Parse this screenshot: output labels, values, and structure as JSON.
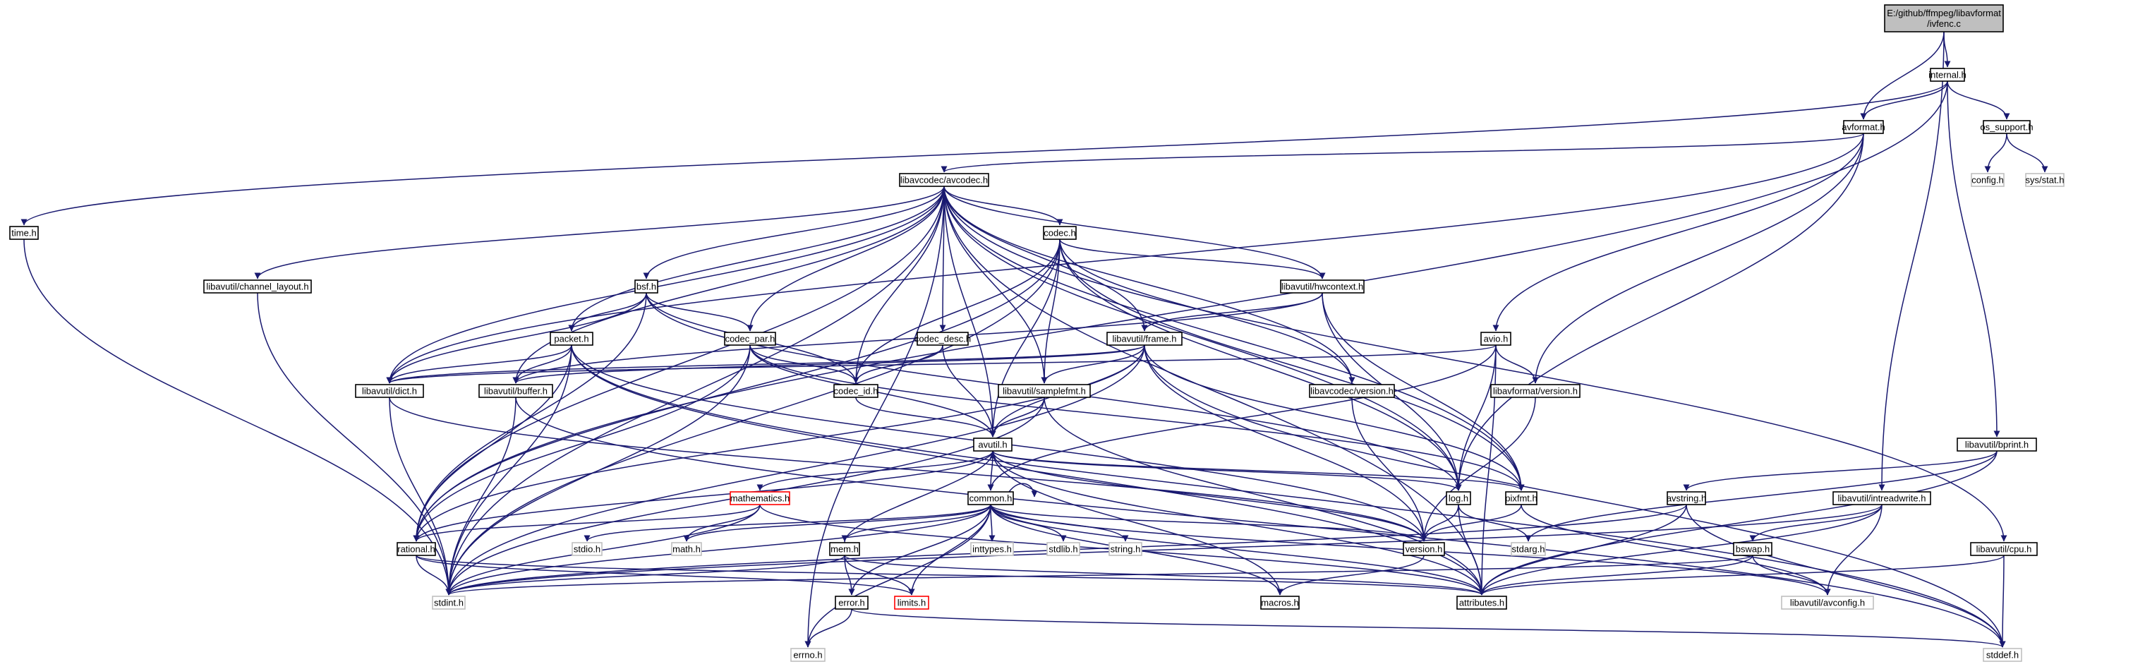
{
  "colors": {
    "edge": "#191970",
    "node_border": "#000000",
    "node_border_missing": "#bfbfbf",
    "node_border_truncated": "#ff0000",
    "root_fill": "#bfbfbf",
    "node_fill": "#ffffff",
    "text": "#000000"
  },
  "nodes": [
    {
      "id": "root",
      "kind": "root",
      "lines": [
        "E:/github/ffmpeg/libavformat",
        "/ivfenc.c"
      ]
    },
    {
      "id": "internal",
      "kind": "normal",
      "lines": [
        "internal.h"
      ]
    },
    {
      "id": "avformat",
      "kind": "normal",
      "lines": [
        "avformat.h"
      ]
    },
    {
      "id": "os_support",
      "kind": "normal",
      "lines": [
        "os_support.h"
      ]
    },
    {
      "id": "config",
      "kind": "missing",
      "lines": [
        "config.h"
      ]
    },
    {
      "id": "sys_stat",
      "kind": "missing",
      "lines": [
        "sys/stat.h"
      ]
    },
    {
      "id": "time",
      "kind": "normal",
      "lines": [
        "time.h"
      ]
    },
    {
      "id": "avcodec",
      "kind": "normal",
      "lines": [
        "libavcodec/avcodec.h"
      ]
    },
    {
      "id": "channel_layout",
      "kind": "normal",
      "lines": [
        "libavutil/channel_layout.h"
      ]
    },
    {
      "id": "codec",
      "kind": "normal",
      "lines": [
        "codec.h"
      ]
    },
    {
      "id": "bsf",
      "kind": "normal",
      "lines": [
        "bsf.h"
      ]
    },
    {
      "id": "hwcontext",
      "kind": "normal",
      "lines": [
        "libavutil/hwcontext.h"
      ]
    },
    {
      "id": "codec_par",
      "kind": "normal",
      "lines": [
        "codec_par.h"
      ]
    },
    {
      "id": "codec_desc",
      "kind": "normal",
      "lines": [
        "codec_desc.h"
      ]
    },
    {
      "id": "frame",
      "kind": "normal",
      "lines": [
        "libavutil/frame.h"
      ]
    },
    {
      "id": "avio",
      "kind": "normal",
      "lines": [
        "avio.h"
      ]
    },
    {
      "id": "packet",
      "kind": "normal",
      "lines": [
        "packet.h"
      ]
    },
    {
      "id": "dict",
      "kind": "normal",
      "lines": [
        "libavutil/dict.h"
      ]
    },
    {
      "id": "buffer",
      "kind": "normal",
      "lines": [
        "libavutil/buffer.h"
      ]
    },
    {
      "id": "codec_id",
      "kind": "normal",
      "lines": [
        "codec_id.h"
      ]
    },
    {
      "id": "samplefmt",
      "kind": "normal",
      "lines": [
        "libavutil/samplefmt.h"
      ]
    },
    {
      "id": "avcodec_version",
      "kind": "normal",
      "lines": [
        "libavcodec/version.h"
      ]
    },
    {
      "id": "avformat_version",
      "kind": "normal",
      "lines": [
        "libavformat/version.h"
      ]
    },
    {
      "id": "bprint",
      "kind": "normal",
      "lines": [
        "libavutil/bprint.h"
      ]
    },
    {
      "id": "avutil",
      "kind": "normal",
      "lines": [
        "avutil.h"
      ]
    },
    {
      "id": "mathematics",
      "kind": "truncated",
      "lines": [
        "mathematics.h"
      ]
    },
    {
      "id": "common",
      "kind": "normal",
      "lines": [
        "common.h"
      ]
    },
    {
      "id": "log",
      "kind": "normal",
      "lines": [
        "log.h"
      ]
    },
    {
      "id": "pixfmt",
      "kind": "normal",
      "lines": [
        "pixfmt.h"
      ]
    },
    {
      "id": "avstring",
      "kind": "normal",
      "lines": [
        "avstring.h"
      ]
    },
    {
      "id": "intreadwrite",
      "kind": "normal",
      "lines": [
        "libavutil/intreadwrite.h"
      ]
    },
    {
      "id": "rational",
      "kind": "normal",
      "lines": [
        "rational.h"
      ]
    },
    {
      "id": "stdio",
      "kind": "missing",
      "lines": [
        "stdio.h"
      ]
    },
    {
      "id": "math",
      "kind": "missing",
      "lines": [
        "math.h"
      ]
    },
    {
      "id": "inttypes",
      "kind": "missing",
      "lines": [
        "inttypes.h"
      ]
    },
    {
      "id": "stdlib",
      "kind": "missing",
      "lines": [
        "stdlib.h"
      ]
    },
    {
      "id": "string",
      "kind": "missing",
      "lines": [
        "string.h"
      ]
    },
    {
      "id": "version",
      "kind": "normal",
      "lines": [
        "version.h"
      ]
    },
    {
      "id": "stdarg",
      "kind": "missing",
      "lines": [
        "stdarg.h"
      ]
    },
    {
      "id": "bswap",
      "kind": "normal",
      "lines": [
        "bswap.h"
      ]
    },
    {
      "id": "cpu",
      "kind": "normal",
      "lines": [
        "libavutil/cpu.h"
      ]
    },
    {
      "id": "mem",
      "kind": "normal",
      "lines": [
        "mem.h"
      ]
    },
    {
      "id": "stdint",
      "kind": "missing",
      "lines": [
        "stdint.h"
      ]
    },
    {
      "id": "limits",
      "kind": "truncated",
      "lines": [
        "limits.h"
      ]
    },
    {
      "id": "error",
      "kind": "normal",
      "lines": [
        "error.h"
      ]
    },
    {
      "id": "macros",
      "kind": "normal",
      "lines": [
        "macros.h"
      ]
    },
    {
      "id": "attributes",
      "kind": "normal",
      "lines": [
        "attributes.h"
      ]
    },
    {
      "id": "avconfig",
      "kind": "missing",
      "lines": [
        "libavutil/avconfig.h"
      ]
    },
    {
      "id": "errno",
      "kind": "missing",
      "lines": [
        "errno.h"
      ]
    },
    {
      "id": "stddef",
      "kind": "missing",
      "lines": [
        "stddef.h"
      ]
    }
  ],
  "edges": [
    [
      "root",
      "internal"
    ],
    [
      "root",
      "avformat"
    ],
    [
      "root",
      "intreadwrite"
    ],
    [
      "internal",
      "avformat"
    ],
    [
      "internal",
      "os_support"
    ],
    [
      "internal",
      "time"
    ],
    [
      "internal",
      "bprint"
    ],
    [
      "internal",
      "rational"
    ],
    [
      "os_support",
      "config"
    ],
    [
      "os_support",
      "sys_stat"
    ],
    [
      "avformat",
      "avcodec"
    ],
    [
      "avformat",
      "avio"
    ],
    [
      "avformat",
      "avformat_version"
    ],
    [
      "avformat",
      "dict"
    ],
    [
      "avformat",
      "log"
    ],
    [
      "time",
      "stdint"
    ],
    [
      "channel_layout",
      "stdint"
    ],
    [
      "avcodec",
      "channel_layout"
    ],
    [
      "avcodec",
      "codec"
    ],
    [
      "avcodec",
      "bsf"
    ],
    [
      "avcodec",
      "hwcontext"
    ],
    [
      "avcodec",
      "codec_par"
    ],
    [
      "avcodec",
      "codec_desc"
    ],
    [
      "avcodec",
      "frame"
    ],
    [
      "avcodec",
      "packet"
    ],
    [
      "avcodec",
      "dict"
    ],
    [
      "avcodec",
      "buffer"
    ],
    [
      "avcodec",
      "codec_id"
    ],
    [
      "avcodec",
      "samplefmt"
    ],
    [
      "avcodec",
      "avcodec_version"
    ],
    [
      "avcodec",
      "avutil"
    ],
    [
      "avcodec",
      "log"
    ],
    [
      "avcodec",
      "pixfmt"
    ],
    [
      "avcodec",
      "rational"
    ],
    [
      "avcodec",
      "attributes"
    ],
    [
      "avcodec",
      "stdint"
    ],
    [
      "avcodec",
      "errno"
    ],
    [
      "avcodec",
      "cpu"
    ],
    [
      "codec",
      "hwcontext"
    ],
    [
      "codec",
      "codec_id"
    ],
    [
      "codec",
      "samplefmt"
    ],
    [
      "codec",
      "avutil"
    ],
    [
      "codec",
      "avcodec_version"
    ],
    [
      "codec",
      "log"
    ],
    [
      "codec",
      "pixfmt"
    ],
    [
      "codec",
      "rational"
    ],
    [
      "codec",
      "stdint"
    ],
    [
      "bsf",
      "codec_par"
    ],
    [
      "bsf",
      "codec_id"
    ],
    [
      "bsf",
      "packet"
    ],
    [
      "bsf",
      "dict"
    ],
    [
      "bsf",
      "log"
    ],
    [
      "bsf",
      "rational"
    ],
    [
      "hwcontext",
      "frame"
    ],
    [
      "hwcontext",
      "buffer"
    ],
    [
      "hwcontext",
      "log"
    ],
    [
      "hwcontext",
      "pixfmt"
    ],
    [
      "codec_par",
      "codec_id"
    ],
    [
      "codec_par",
      "avutil"
    ],
    [
      "codec_par",
      "pixfmt"
    ],
    [
      "codec_par",
      "rational"
    ],
    [
      "codec_par",
      "stdint"
    ],
    [
      "codec_desc",
      "codec_id"
    ],
    [
      "codec_desc",
      "avutil"
    ],
    [
      "frame",
      "avutil"
    ],
    [
      "frame",
      "buffer"
    ],
    [
      "frame",
      "dict"
    ],
    [
      "frame",
      "samplefmt"
    ],
    [
      "frame",
      "pixfmt"
    ],
    [
      "frame",
      "rational"
    ],
    [
      "frame",
      "version"
    ],
    [
      "frame",
      "stddef"
    ],
    [
      "frame",
      "stdint"
    ],
    [
      "packet",
      "attributes"
    ],
    [
      "packet",
      "buffer"
    ],
    [
      "packet",
      "dict"
    ],
    [
      "packet",
      "rational"
    ],
    [
      "packet",
      "version"
    ],
    [
      "packet",
      "stdint"
    ],
    [
      "packet",
      "stddef"
    ],
    [
      "avio",
      "log"
    ],
    [
      "avio",
      "dict"
    ],
    [
      "avio",
      "common"
    ],
    [
      "avio",
      "avformat_version"
    ],
    [
      "avio",
      "attributes"
    ],
    [
      "dict",
      "stdint"
    ],
    [
      "dict",
      "version"
    ],
    [
      "buffer",
      "stdint"
    ],
    [
      "buffer",
      "stddef"
    ],
    [
      "codec_id",
      "avutil"
    ],
    [
      "samplefmt",
      "avutil"
    ],
    [
      "samplefmt",
      "attributes"
    ],
    [
      "samplefmt",
      "stdint"
    ],
    [
      "avcodec_version",
      "version"
    ],
    [
      "avformat_version",
      "version"
    ],
    [
      "bprint",
      "avstring"
    ],
    [
      "bprint",
      "attributes"
    ],
    [
      "bprint",
      "stdarg"
    ],
    [
      "avutil",
      "common"
    ],
    [
      "avutil",
      "mathematics"
    ],
    [
      "avutil",
      "rational"
    ],
    [
      "avutil",
      "version"
    ],
    [
      "avutil",
      "macros"
    ],
    [
      "avutil",
      "log"
    ],
    [
      "avutil",
      "pixfmt"
    ],
    [
      "avutil",
      "attributes"
    ],
    [
      "mathematics",
      "rational"
    ],
    [
      "mathematics",
      "math"
    ],
    [
      "mathematics",
      "stdint"
    ],
    [
      "mathematics",
      "attributes"
    ],
    [
      "mathematics",
      "intfloat"
    ],
    [
      "common",
      "common"
    ],
    [
      "common",
      "stdio"
    ],
    [
      "common",
      "math"
    ],
    [
      "common",
      "inttypes"
    ],
    [
      "common",
      "stdlib"
    ],
    [
      "common",
      "string"
    ],
    [
      "common",
      "limits"
    ],
    [
      "common",
      "errno"
    ],
    [
      "common",
      "attributes"
    ],
    [
      "common",
      "macros"
    ],
    [
      "common",
      "version"
    ],
    [
      "common",
      "mem"
    ],
    [
      "common",
      "error"
    ],
    [
      "common",
      "avconfig"
    ],
    [
      "common",
      "stdint"
    ],
    [
      "log",
      "version"
    ],
    [
      "log",
      "stdarg"
    ],
    [
      "log",
      "attributes"
    ],
    [
      "pixfmt",
      "version"
    ],
    [
      "pixfmt",
      "avconfig"
    ],
    [
      "avstring",
      "attributes"
    ],
    [
      "avstring",
      "stddef"
    ],
    [
      "avstring",
      "stdint"
    ],
    [
      "intreadwrite",
      "bswap"
    ],
    [
      "intreadwrite",
      "avconfig"
    ],
    [
      "intreadwrite",
      "attributes"
    ],
    [
      "intreadwrite",
      "stdint"
    ],
    [
      "bswap",
      "attributes"
    ],
    [
      "bswap",
      "avconfig"
    ],
    [
      "bswap",
      "stdint"
    ],
    [
      "cpu",
      "attributes"
    ],
    [
      "cpu",
      "stddef"
    ],
    [
      "mem",
      "attributes"
    ],
    [
      "mem",
      "limits"
    ],
    [
      "mem",
      "error"
    ],
    [
      "mem",
      "stdint"
    ],
    [
      "mem",
      "avutil"
    ],
    [
      "rational",
      "stdint"
    ],
    [
      "rational",
      "limits"
    ],
    [
      "rational",
      "attributes"
    ],
    [
      "error",
      "errno"
    ],
    [
      "error",
      "stddef"
    ],
    [
      "version",
      "macros"
    ]
  ]
}
